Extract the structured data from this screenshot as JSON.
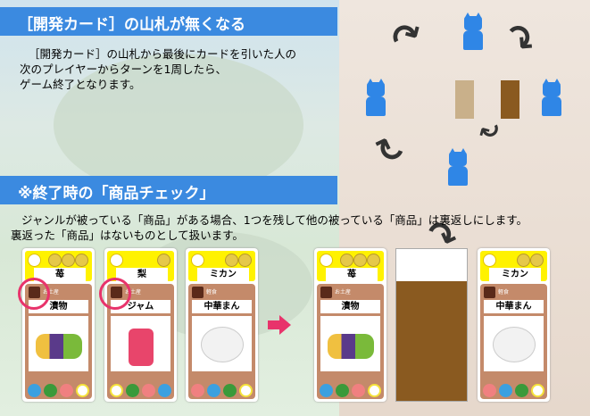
{
  "section1": {
    "title": "［開発カード］の山札が無くなる",
    "body": [
      "［開発カード］の山札から最後にカードを引いた人の",
      "次のプレイヤーからターンを1周したら、",
      "ゲーム終了となります。"
    ]
  },
  "section2": {
    "title": "※終了時の「商品チェック」",
    "body": [
      "ジャンルが被っている「商品」がある場合、1つを残して他の被っている「商品」は裏返しにします。",
      "裏返った「商品」はないものとして扱います。"
    ]
  },
  "before_cards": [
    {
      "name": "苺",
      "genre": "お土産",
      "product": "漬物",
      "coins": 3,
      "highlighted": true
    },
    {
      "name": "梨",
      "genre": "お土産",
      "product": "ジャム",
      "coins": 1,
      "highlighted": true
    },
    {
      "name": "ミカン",
      "genre": "軽食",
      "product": "中華まん",
      "coins": 2,
      "highlighted": false
    }
  ],
  "after_cards": [
    {
      "name": "苺",
      "genre": "お土産",
      "product": "漬物",
      "face_up": true
    },
    {
      "face_up": false
    },
    {
      "name": "ミカン",
      "genre": "軽食",
      "product": "中華まん",
      "face_up": true
    }
  ],
  "colors": {
    "header": "#3b8ae0",
    "highlight": "#e8336b",
    "cat": "#2f86e6",
    "card_back": "#8a5a20"
  }
}
